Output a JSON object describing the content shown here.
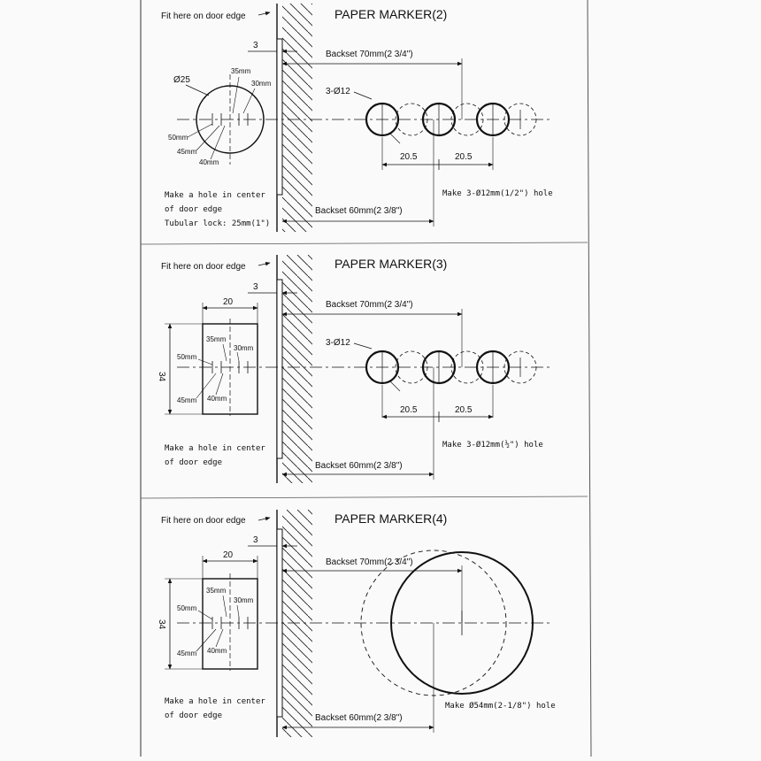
{
  "common": {
    "fit_label": "Fit here on door edge",
    "edge_offset": "3",
    "backset_70": "Backset 70mm(2 3/4\")",
    "backset_60": "Backset 60mm(2 3/8\")",
    "dist_35": "35mm",
    "dist_30": "30mm",
    "dist_50": "50mm",
    "dist_45": "45mm",
    "dist_40": "40mm",
    "rect_width": "20",
    "rect_height": "34"
  },
  "markers": [
    {
      "title": "PAPER MARKER(2)",
      "hole_diameter": "Ø25",
      "note_lines": [
        "Make a hole in center",
        "of door edge",
        "Tubular lock: 25mm(1\")"
      ],
      "hole_label": "3-Ø12",
      "spacing_a": "20.5",
      "spacing_b": "20.5",
      "instruction": "Make 3-Ø12mm(1/2\") hole"
    },
    {
      "title": "PAPER MARKER(3)",
      "note_lines": [
        "Make a hole in center",
        "of door edge"
      ],
      "hole_label": "3-Ø12",
      "spacing_a": "20.5",
      "spacing_b": "20.5",
      "instruction": "Make 3-Ø12mm(½\") hole"
    },
    {
      "title": "PAPER MARKER(4)",
      "note_lines": [
        "Make a hole in center",
        "of door edge"
      ],
      "instruction": "Make Ø54mm(2-1/8\") hole"
    }
  ]
}
